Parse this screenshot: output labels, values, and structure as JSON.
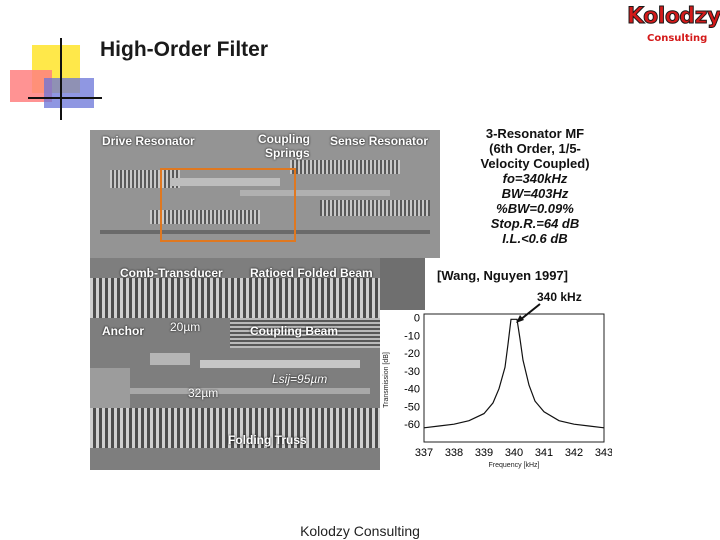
{
  "slide": {
    "title": "High-Order Filter",
    "footer": "Kolodzy Consulting"
  },
  "logo": {
    "main": "Kolodzy",
    "sub": "Consulting"
  },
  "sem_labels": {
    "drive_resonator": "Drive Resonator",
    "coupling_springs_1": "Coupling",
    "coupling_springs_2": "Springs",
    "sense_resonator": "Sense Resonator",
    "comb_transducer": "Comb-Transducer",
    "folded_beam": "Ratioed Folded Beam",
    "anchor": "Anchor",
    "dim_20": "20µm",
    "coupling_beam": "Coupling Beam",
    "lsij": "Lsij=95µm",
    "dim_32": "32µm",
    "folding_truss": "Folding Truss"
  },
  "specs": {
    "line1": "3-Resonator MF",
    "line2": "(6th Order, 1/5-",
    "line3": "Velocity Coupled)",
    "f0": "fo=340kHz",
    "bw": "BW=403Hz",
    "pbw": "%BW=0.09%",
    "stop": "Stop.R.=64 dB",
    "il": "I.L.<0.6 dB",
    "reference": "[Wang, Nguyen 1997]",
    "peak_label": "340 kHz"
  },
  "chart_data": {
    "type": "line",
    "xlabel": "Frequency [kHz]",
    "ylabel": "Transmission [dB]",
    "xlim": [
      337,
      343
    ],
    "ylim": [
      -70,
      2
    ],
    "x_ticks": [
      "337",
      "338",
      "339",
      "340",
      "341",
      "342",
      "343"
    ],
    "y_ticks": [
      "0",
      "-10",
      "-20",
      "-30",
      "-40",
      "-50",
      "-60"
    ],
    "series": [
      {
        "x": [
          337.0,
          337.5,
          338.0,
          338.5,
          339.0,
          339.3,
          339.5,
          339.7,
          339.8,
          339.9,
          340.0,
          340.1,
          340.2,
          340.3,
          340.5,
          340.7,
          341.0,
          341.5,
          342.0,
          342.5,
          343.0
        ],
        "values": [
          -62,
          -61,
          -60,
          -58,
          -54,
          -48,
          -40,
          -28,
          -15,
          -1,
          -1,
          -1,
          -12,
          -24,
          -38,
          -47,
          -53,
          -58,
          -60,
          -61,
          -62
        ]
      }
    ]
  }
}
